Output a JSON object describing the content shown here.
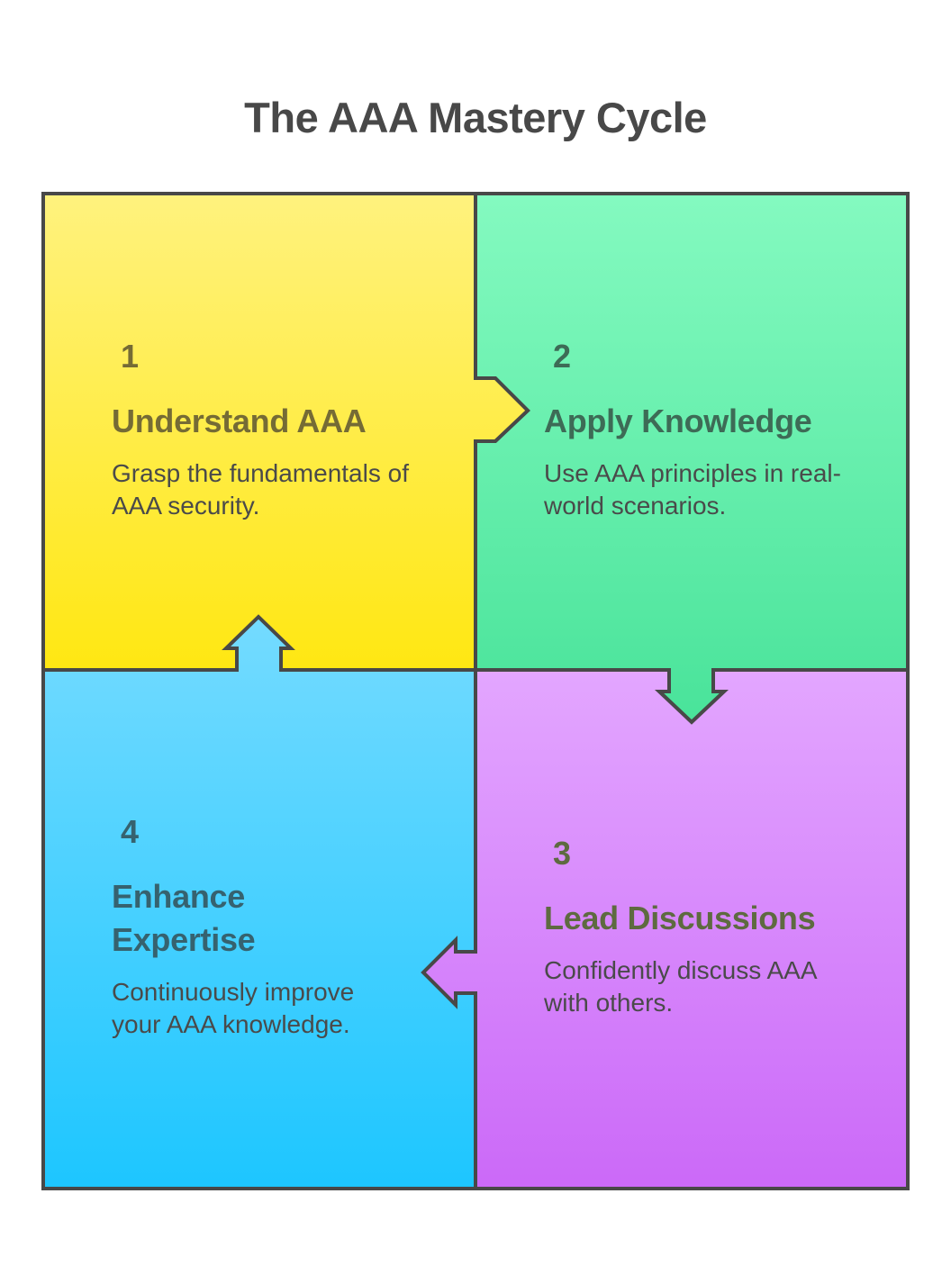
{
  "title": "The AAA Mastery Cycle",
  "colors": {
    "outline": "#484848",
    "q1_top": "#fff27e",
    "q1_bottom": "#ffe712",
    "q2_top": "#84fac0",
    "q2_bottom": "#49e39a",
    "q3_top": "#e3a6ff",
    "q3_bottom": "#cb69f8",
    "q4_top": "#74dbff",
    "q4_bottom": "#1dc6ff",
    "q1_text": "#756b35",
    "q2_text": "#3d6b56",
    "q3_text": "#5e6a40",
    "q4_text": "#36626f"
  },
  "steps": [
    {
      "number": "1",
      "heading": "Understand AAA",
      "description": "Grasp the fundamentals of AAA security.",
      "arrow": "right"
    },
    {
      "number": "2",
      "heading": "Apply Knowledge",
      "description": "Use AAA principles in real-world scenarios.",
      "arrow": "down"
    },
    {
      "number": "3",
      "heading": "Lead Discussions",
      "description": "Confidently discuss AAA with others.",
      "arrow": "left"
    },
    {
      "number": "4",
      "heading": "Enhance Expertise",
      "description": "Continuously improve your AAA knowledge.",
      "arrow": "up"
    }
  ]
}
